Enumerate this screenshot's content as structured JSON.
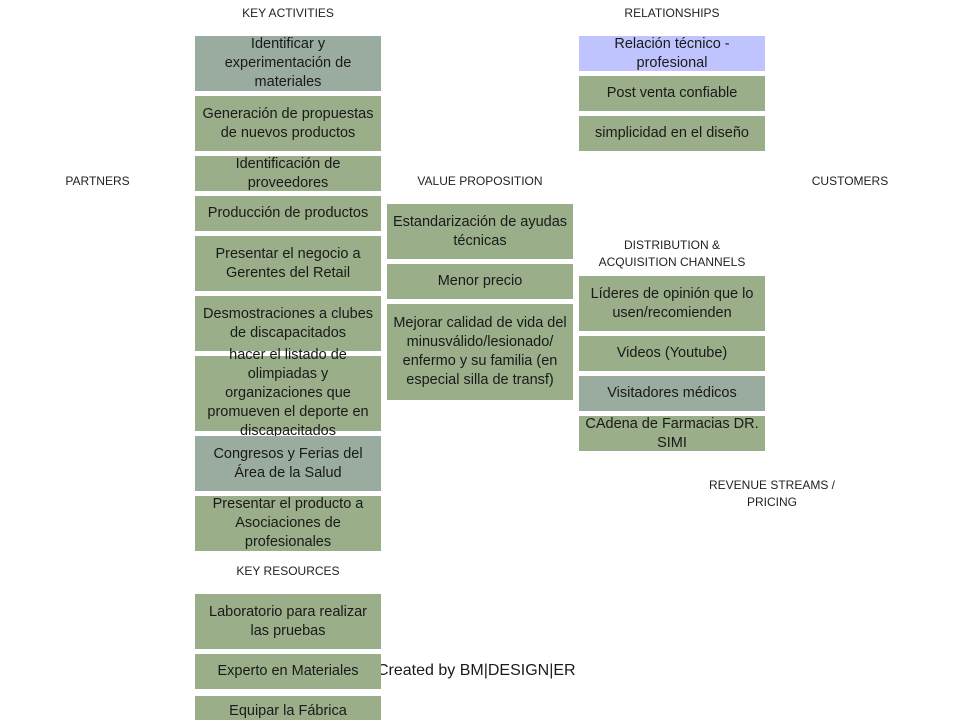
{
  "headers": {
    "key_activities": "KEY ACTIVITIES",
    "relationships": "RELATIONSHIPS",
    "partners": "PARTNERS",
    "value_proposition": "VALUE PROPOSITION",
    "customers": "CUSTOMERS",
    "distribution": "DISTRIBUTION  &\nACQUISITION  CHANNELS",
    "revenue": "REVENUE STREAMS /\nPRICING",
    "key_resources": "KEY RESOURCES"
  },
  "key_activities": [
    "Identificar y experimentación de materiales",
    "Generación de propuestas de nuevos productos",
    "Identificación de proveedores",
    "Producción de productos",
    "Presentar el negocio a Gerentes del Retail",
    "Desmostraciones a clubes de discapacitados",
    "hacer el listado de olimpiadas y organizaciones que promueven el deporte en discapacitados",
    "Congresos y Ferias del Área de la Salud",
    "Presentar el producto a Asociaciones de profesionales"
  ],
  "relationships": [
    "Relación técnico - profesional",
    "Post venta confiable",
    "simplicidad en el diseño"
  ],
  "value_proposition": [
    "Estandarización de ayudas técnicas",
    "Menor precio",
    "Mejorar calidad de vida del minusválido/lesionado/ enfermo y su familia (en especial silla de transf)"
  ],
  "channels": [
    "Líderes de opinión que lo usen/recomienden",
    "Videos (Youtube)",
    "Visitadores médicos",
    "CAdena de Farmacias DR. SIMI"
  ],
  "key_resources": [
    "Laboratorio para realizar las pruebas",
    "Experto en Materiales",
    "Equipar la Fábrica"
  ],
  "credit": "Created by BM|DESIGN|ER",
  "colors": {
    "green": "#99ae89",
    "gray_green": "#9aab9f",
    "lavender": "#c0c4fe"
  }
}
